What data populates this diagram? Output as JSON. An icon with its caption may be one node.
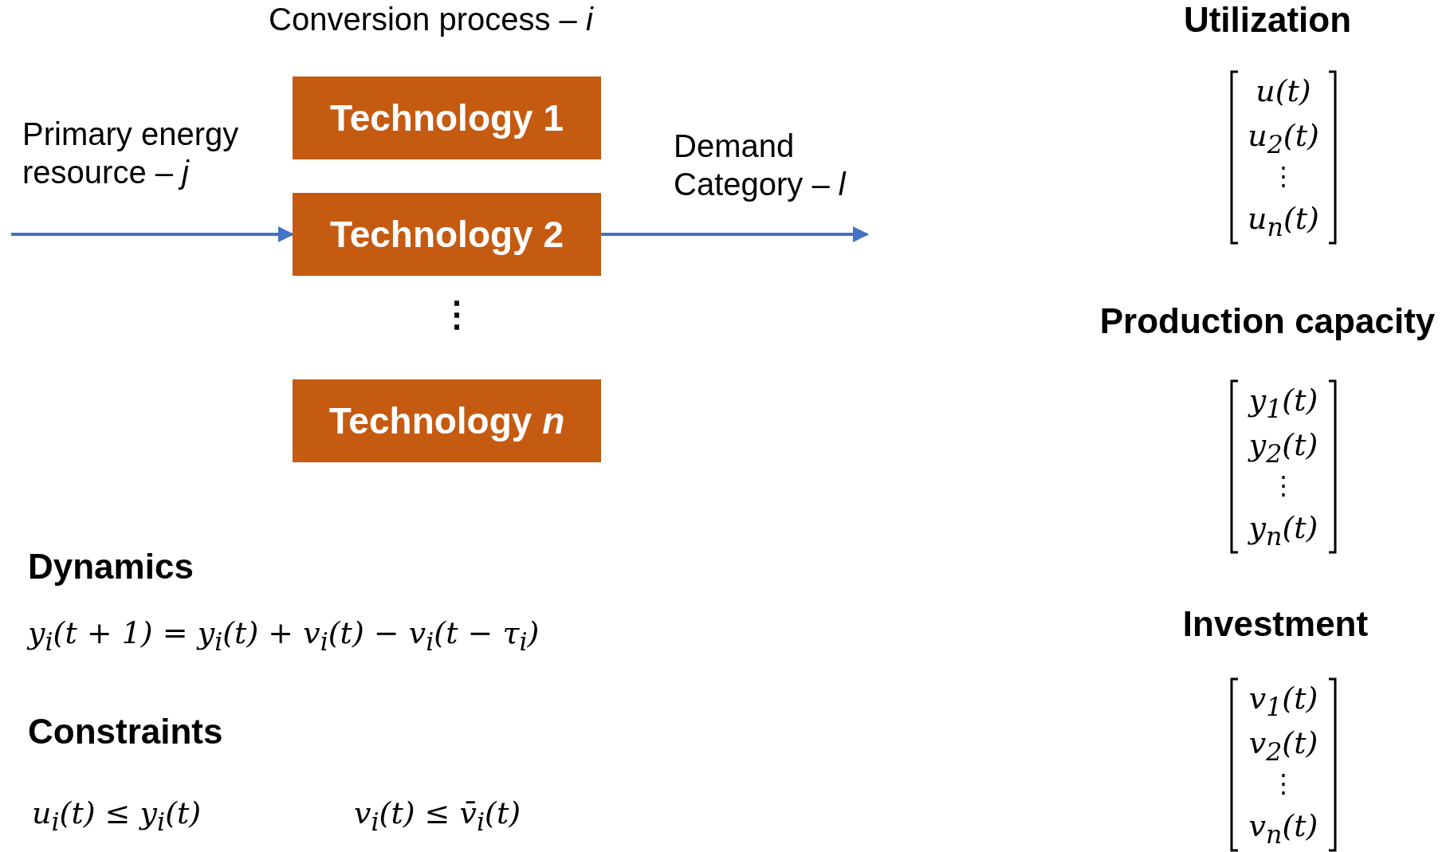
{
  "diagram": {
    "nodes": [
      {
        "text": [
          "Technology 1"
        ]
      },
      {
        "text": [
          "Technology 2"
        ]
      },
      {
        "text": [
          "Technology *n*"
        ]
      }
    ],
    "edges": [
      {
        "from": null,
        "to": 1,
        "arrow": "to",
        "label": "Primary energy resource – *j*"
      },
      {
        "from": 1,
        "to": null,
        "arrow": "to",
        "label": "Demand Category – *l*"
      }
    ],
    "labels": [
      "Conversion process – *i*",
      "⋮",
      "Dynamics",
      "y$_{i}$(t + 1) = y$_{i}$(t) + v$_{i}$(t) − v$_{i}$(t − τ$_{i}$)",
      "Constraints",
      "u$_{i}$(t) ≤ y$_{i}$(t)",
      "v$_{i}$(t) ≤ v̄$_{i}$(t)",
      "Utilization",
      "u(t)",
      "u$_{2}$(t)",
      "⋮",
      "u$_{n}$(t)",
      "Production capacity",
      "y$_{1}$(t)",
      "y$_{2}$(t)",
      "⋮",
      "y$_{n}$(t)",
      "Investment",
      "v$_{1}$(t)",
      "v$_{2}$(t)",
      "⋮",
      "v$_{n}$(t)"
    ]
  }
}
